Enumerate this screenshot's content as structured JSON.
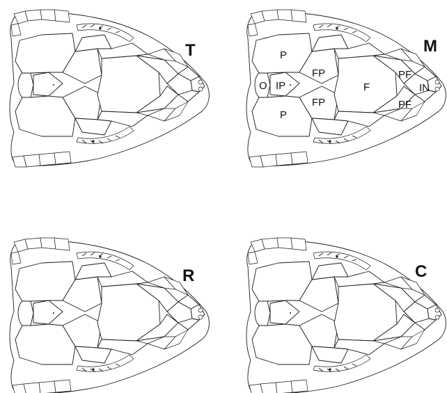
{
  "panels": [
    {
      "id": "T",
      "label": "T"
    },
    {
      "id": "M",
      "label": "M"
    },
    {
      "id": "R",
      "label": "R"
    },
    {
      "id": "C",
      "label": "C"
    }
  ],
  "scale_labels": {
    "occipital": "O",
    "interparietal": "IP",
    "parietal_upper": "P",
    "parietal_lower": "P",
    "frontoparietal_upper": "FP",
    "frontoparietal_lower": "FP",
    "frontal": "F",
    "prefrontal_upper": "PF",
    "prefrontal_lower": "PF",
    "internasal": "IN"
  }
}
